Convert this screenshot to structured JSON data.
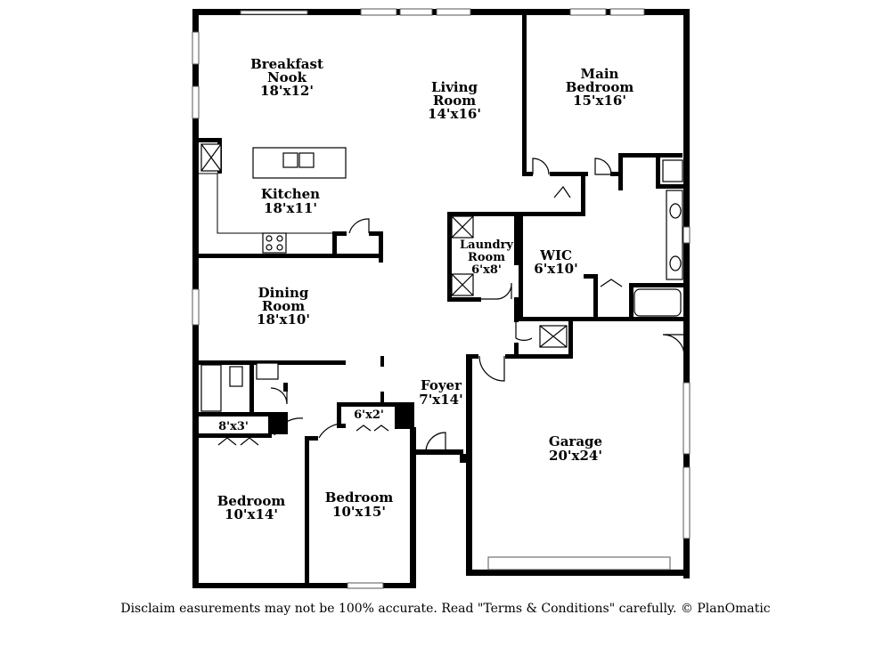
{
  "rooms": {
    "breakfast": {
      "line1": "Breakfast",
      "line2": "Nook",
      "dim": "18'x12'"
    },
    "living": {
      "line1": "Living",
      "line2": "Room",
      "dim": "14'x16'"
    },
    "main_bed": {
      "line1": "Main",
      "line2": "Bedroom",
      "dim": "15'x16'"
    },
    "kitchen": {
      "line1": "Kitchen",
      "dim": "18'x11'"
    },
    "laundry": {
      "line1": "Laundry",
      "line2": "Room",
      "dim": "6'x8'"
    },
    "wic": {
      "line1": "WIC",
      "dim": "6'x10'"
    },
    "dining": {
      "line1": "Dining",
      "line2": "Room",
      "dim": "18'x10'"
    },
    "foyer": {
      "line1": "Foyer",
      "dim": "7'x14'"
    },
    "garage": {
      "line1": "Garage",
      "dim": "20'x24'"
    },
    "bedroom_a": {
      "line1": "Bedroom",
      "dim": "10'x14'"
    },
    "bedroom_b": {
      "line1": "Bedroom",
      "dim": "10'x15'"
    },
    "closet_a": {
      "dim": "8'x3'"
    },
    "closet_b": {
      "dim": "6'x2'"
    }
  },
  "disclaimer": "Disclaim    easurements may not be 100% accurate. Read \"Terms & Conditions\" carefully. © PlanOmatic"
}
